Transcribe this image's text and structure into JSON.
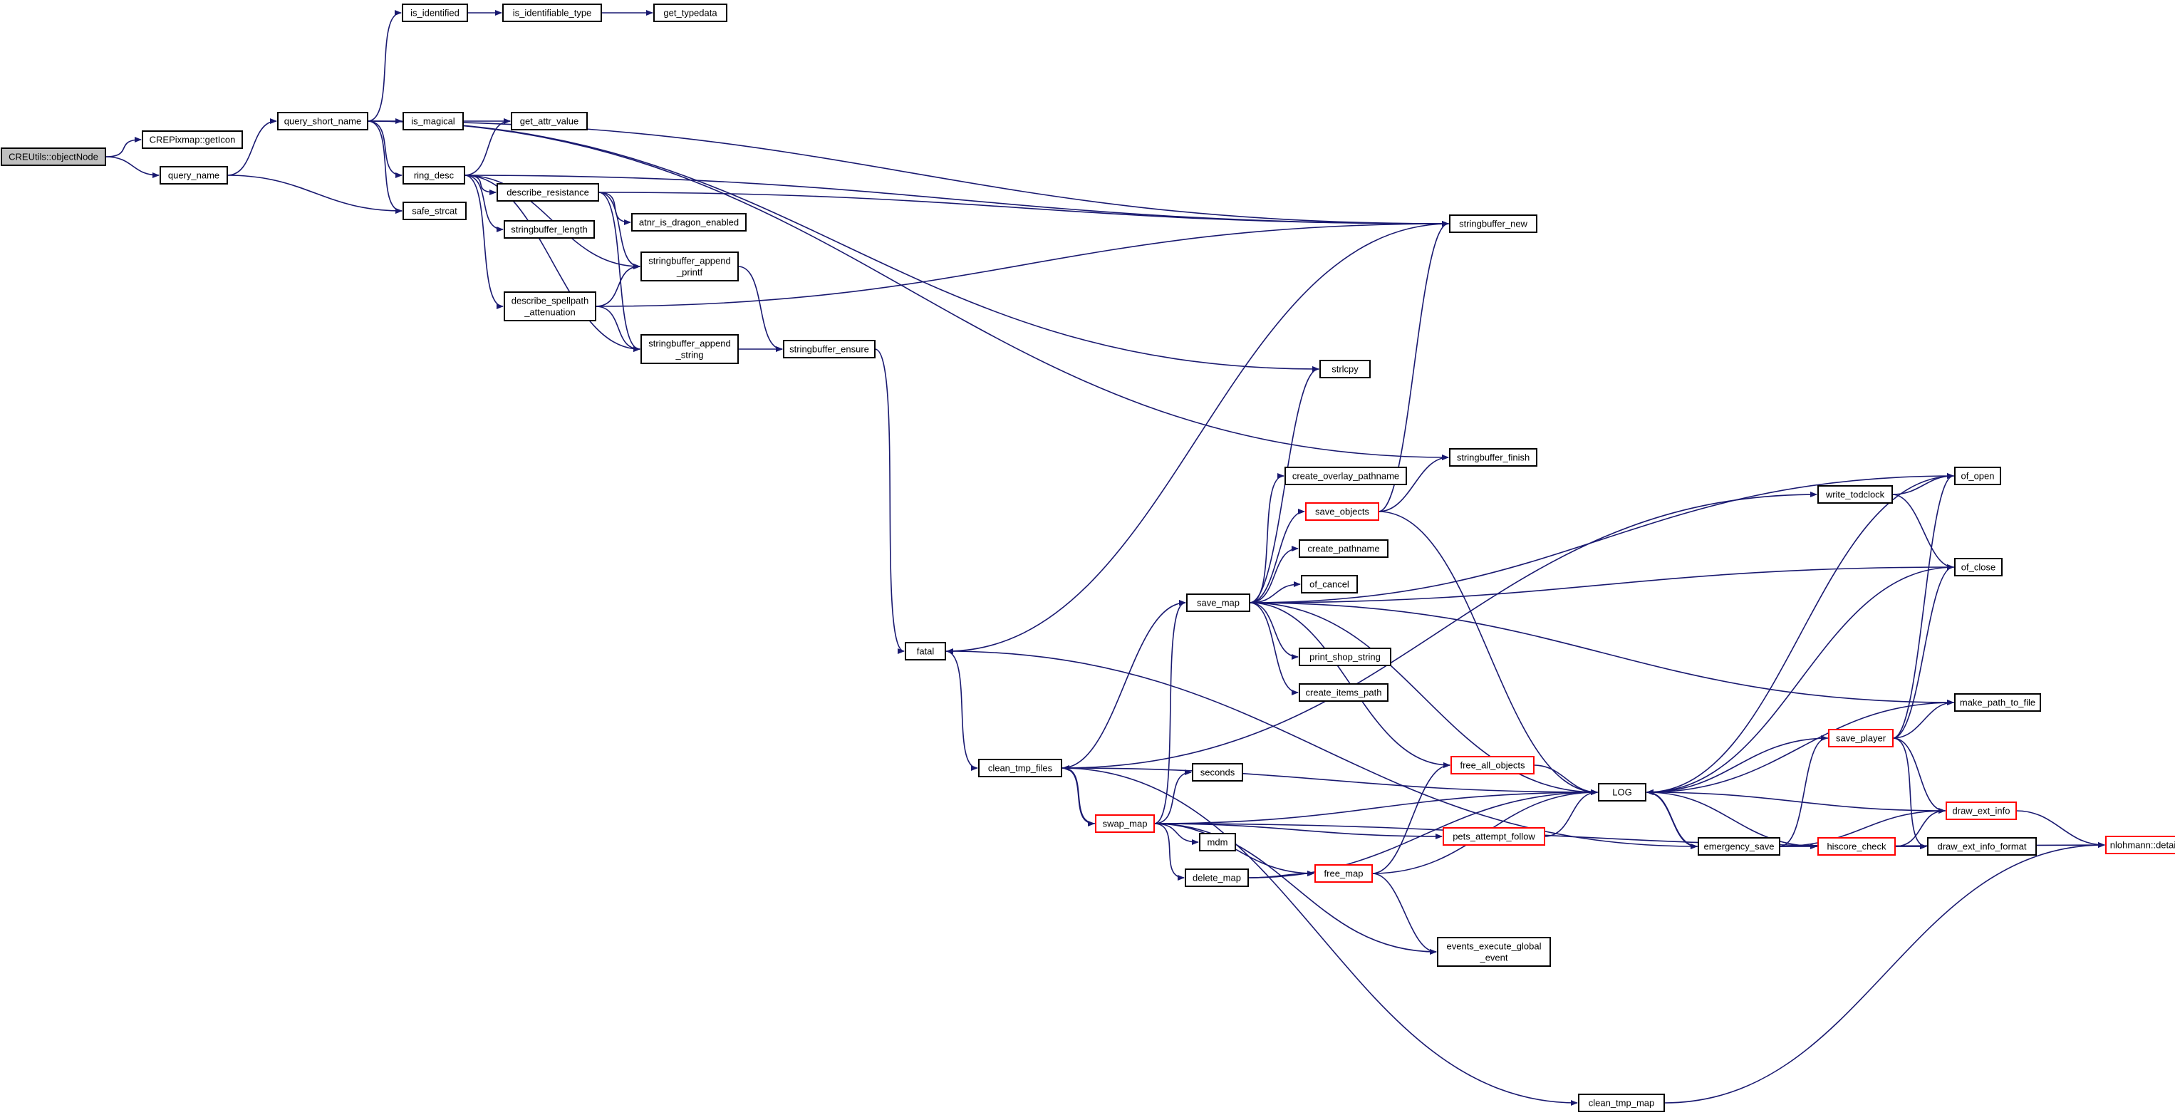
{
  "colors": {
    "edge": "#191970",
    "node_border": "#000000",
    "truncated_border": "#ff0000",
    "root_fill": "#bfbfbf",
    "background": "#ffffff"
  },
  "nodes": [
    {
      "id": "objectNode",
      "label": [
        "CREUtils::objectNode"
      ],
      "style": "root"
    },
    {
      "id": "getIcon",
      "label": [
        "CREPixmap::getIcon"
      ]
    },
    {
      "id": "query_name",
      "label": [
        "query_name"
      ]
    },
    {
      "id": "query_short_name",
      "label": [
        "query_short_name"
      ]
    },
    {
      "id": "safe_strcat",
      "label": [
        "safe_strcat"
      ]
    },
    {
      "id": "is_identified",
      "label": [
        "is_identified"
      ]
    },
    {
      "id": "is_identifiable_type",
      "label": [
        "is_identifiable_type"
      ]
    },
    {
      "id": "get_typedata",
      "label": [
        "get_typedata"
      ]
    },
    {
      "id": "is_magical",
      "label": [
        "is_magical"
      ]
    },
    {
      "id": "get_attr_value",
      "label": [
        "get_attr_value"
      ]
    },
    {
      "id": "ring_desc",
      "label": [
        "ring_desc"
      ]
    },
    {
      "id": "describe_resistance",
      "label": [
        "describe_resistance"
      ]
    },
    {
      "id": "atnr",
      "label": [
        "atnr_is_dragon_enabled"
      ]
    },
    {
      "id": "stringbuffer_length",
      "label": [
        "stringbuffer_length"
      ]
    },
    {
      "id": "sb_printf",
      "label": [
        "stringbuffer_append",
        "_printf"
      ]
    },
    {
      "id": "describe_spellpath",
      "label": [
        "describe_spellpath",
        "_attenuation"
      ]
    },
    {
      "id": "sb_string",
      "label": [
        "stringbuffer_append",
        "_string"
      ]
    },
    {
      "id": "sb_ensure",
      "label": [
        "stringbuffer_ensure"
      ]
    },
    {
      "id": "sb_new",
      "label": [
        "stringbuffer_new"
      ]
    },
    {
      "id": "strlcpy",
      "label": [
        "strlcpy"
      ]
    },
    {
      "id": "sb_finish",
      "label": [
        "stringbuffer_finish"
      ]
    },
    {
      "id": "create_overlay",
      "label": [
        "create_overlay_pathname"
      ]
    },
    {
      "id": "save_objects",
      "label": [
        "save_objects"
      ],
      "style": "truncated"
    },
    {
      "id": "create_pathname",
      "label": [
        "create_pathname"
      ]
    },
    {
      "id": "of_cancel",
      "label": [
        "of_cancel"
      ]
    },
    {
      "id": "save_map",
      "label": [
        "save_map"
      ]
    },
    {
      "id": "print_shop",
      "label": [
        "print_shop_string"
      ]
    },
    {
      "id": "create_items",
      "label": [
        "create_items_path"
      ]
    },
    {
      "id": "fatal",
      "label": [
        "fatal"
      ]
    },
    {
      "id": "clean_tmp_files",
      "label": [
        "clean_tmp_files"
      ]
    },
    {
      "id": "seconds",
      "label": [
        "seconds"
      ]
    },
    {
      "id": "swap_map",
      "label": [
        "swap_map"
      ],
      "style": "truncated"
    },
    {
      "id": "mdm",
      "label": [
        "mdm"
      ]
    },
    {
      "id": "delete_map",
      "label": [
        "delete_map"
      ]
    },
    {
      "id": "free_map",
      "label": [
        "free_map"
      ],
      "style": "truncated"
    },
    {
      "id": "free_all_objects",
      "label": [
        "free_all_objects"
      ],
      "style": "truncated"
    },
    {
      "id": "pets_attempt",
      "label": [
        "pets_attempt_follow"
      ],
      "style": "truncated"
    },
    {
      "id": "events_exec",
      "label": [
        "events_execute_global",
        "_event"
      ]
    },
    {
      "id": "LOG",
      "label": [
        "LOG"
      ]
    },
    {
      "id": "emergency_save",
      "label": [
        "emergency_save"
      ]
    },
    {
      "id": "clean_tmp_map",
      "label": [
        "clean_tmp_map"
      ]
    },
    {
      "id": "write_todclock",
      "label": [
        "write_todclock"
      ]
    },
    {
      "id": "of_open",
      "label": [
        "of_open"
      ]
    },
    {
      "id": "of_close",
      "label": [
        "of_close"
      ]
    },
    {
      "id": "make_path",
      "label": [
        "make_path_to_file"
      ]
    },
    {
      "id": "save_player",
      "label": [
        "save_player"
      ],
      "style": "truncated"
    },
    {
      "id": "draw_ext_info",
      "label": [
        "draw_ext_info"
      ],
      "style": "truncated"
    },
    {
      "id": "hiscore_check",
      "label": [
        "hiscore_check"
      ],
      "style": "truncated"
    },
    {
      "id": "draw_ext_info_format",
      "label": [
        "draw_ext_info_format"
      ]
    },
    {
      "id": "nlohmann_void",
      "label": [
        "nlohmann::detail::void"
      ],
      "style": "truncated"
    }
  ],
  "edges": [
    [
      "objectNode",
      "getIcon"
    ],
    [
      "objectNode",
      "query_name"
    ],
    [
      "query_name",
      "query_short_name"
    ],
    [
      "query_name",
      "safe_strcat"
    ],
    [
      "query_short_name",
      "is_identified"
    ],
    [
      "query_short_name",
      "is_magical"
    ],
    [
      "query_short_name",
      "ring_desc"
    ],
    [
      "query_short_name",
      "safe_strcat"
    ],
    [
      "query_short_name",
      "strlcpy"
    ],
    [
      "query_short_name",
      "sb_finish"
    ],
    [
      "query_short_name",
      "sb_new"
    ],
    [
      "is_identified",
      "is_identifiable_type"
    ],
    [
      "is_identifiable_type",
      "get_typedata"
    ],
    [
      "is_magical",
      "get_attr_value"
    ],
    [
      "ring_desc",
      "get_attr_value"
    ],
    [
      "ring_desc",
      "describe_resistance"
    ],
    [
      "ring_desc",
      "stringbuffer_length"
    ],
    [
      "ring_desc",
      "sb_printf"
    ],
    [
      "ring_desc",
      "describe_spellpath"
    ],
    [
      "ring_desc",
      "sb_string"
    ],
    [
      "ring_desc",
      "sb_new"
    ],
    [
      "describe_resistance",
      "atnr"
    ],
    [
      "describe_resistance",
      "sb_printf"
    ],
    [
      "describe_resistance",
      "sb_string"
    ],
    [
      "describe_resistance",
      "sb_new"
    ],
    [
      "describe_spellpath",
      "sb_printf"
    ],
    [
      "describe_spellpath",
      "sb_string"
    ],
    [
      "describe_spellpath",
      "sb_new"
    ],
    [
      "sb_printf",
      "sb_ensure"
    ],
    [
      "sb_string",
      "sb_ensure"
    ],
    [
      "sb_ensure",
      "fatal"
    ],
    [
      "sb_new",
      "fatal"
    ],
    [
      "fatal",
      "clean_tmp_files"
    ],
    [
      "fatal",
      "emergency_save"
    ],
    [
      "clean_tmp_files",
      "save_map"
    ],
    [
      "clean_tmp_files",
      "swap_map"
    ],
    [
      "clean_tmp_files",
      "write_todclock"
    ],
    [
      "save_map",
      "strlcpy"
    ],
    [
      "save_map",
      "create_overlay"
    ],
    [
      "save_map",
      "save_objects"
    ],
    [
      "save_map",
      "create_pathname"
    ],
    [
      "save_map",
      "of_cancel"
    ],
    [
      "save_map",
      "print_shop"
    ],
    [
      "save_map",
      "create_items"
    ],
    [
      "save_map",
      "of_open"
    ],
    [
      "save_map",
      "of_close"
    ],
    [
      "save_map",
      "free_all_objects"
    ],
    [
      "save_map",
      "LOG"
    ],
    [
      "save_map",
      "make_path"
    ],
    [
      "save_objects",
      "sb_finish"
    ],
    [
      "save_objects",
      "sb_new"
    ],
    [
      "save_objects",
      "LOG"
    ],
    [
      "swap_map",
      "save_map"
    ],
    [
      "swap_map",
      "seconds"
    ],
    [
      "swap_map",
      "mdm"
    ],
    [
      "swap_map",
      "delete_map"
    ],
    [
      "swap_map",
      "free_map"
    ],
    [
      "swap_map",
      "pets_attempt"
    ],
    [
      "swap_map",
      "events_exec"
    ],
    [
      "swap_map",
      "LOG"
    ],
    [
      "swap_map",
      "draw_ext_info_format"
    ],
    [
      "swap_map",
      "clean_tmp_files"
    ],
    [
      "delete_map",
      "free_map"
    ],
    [
      "delete_map",
      "LOG"
    ],
    [
      "free_map",
      "free_all_objects"
    ],
    [
      "free_map",
      "events_exec"
    ],
    [
      "free_map",
      "LOG"
    ],
    [
      "free_all_objects",
      "LOG"
    ],
    [
      "pets_attempt",
      "LOG"
    ],
    [
      "LOG",
      "emergency_save"
    ],
    [
      "LOG",
      "clean_tmp_files"
    ],
    [
      "emergency_save",
      "save_player"
    ],
    [
      "emergency_save",
      "hiscore_check"
    ],
    [
      "emergency_save",
      "draw_ext_info"
    ],
    [
      "emergency_save",
      "nlohmann_void"
    ],
    [
      "emergency_save",
      "LOG"
    ],
    [
      "clean_tmp_map",
      "nlohmann_void"
    ],
    [
      "clean_tmp_files",
      "clean_tmp_map"
    ],
    [
      "write_todclock",
      "of_open"
    ],
    [
      "write_todclock",
      "of_close"
    ],
    [
      "of_open",
      "LOG"
    ],
    [
      "of_close",
      "LOG"
    ],
    [
      "make_path",
      "LOG"
    ],
    [
      "save_player",
      "of_open"
    ],
    [
      "save_player",
      "of_close"
    ],
    [
      "save_player",
      "make_path"
    ],
    [
      "save_player",
      "LOG"
    ],
    [
      "save_player",
      "draw_ext_info"
    ],
    [
      "save_player",
      "draw_ext_info_format"
    ],
    [
      "hiscore_check",
      "draw_ext_info"
    ],
    [
      "hiscore_check",
      "draw_ext_info_format"
    ],
    [
      "hiscore_check",
      "LOG"
    ],
    [
      "draw_ext_info",
      "nlohmann_void"
    ],
    [
      "draw_ext_info",
      "LOG"
    ]
  ]
}
